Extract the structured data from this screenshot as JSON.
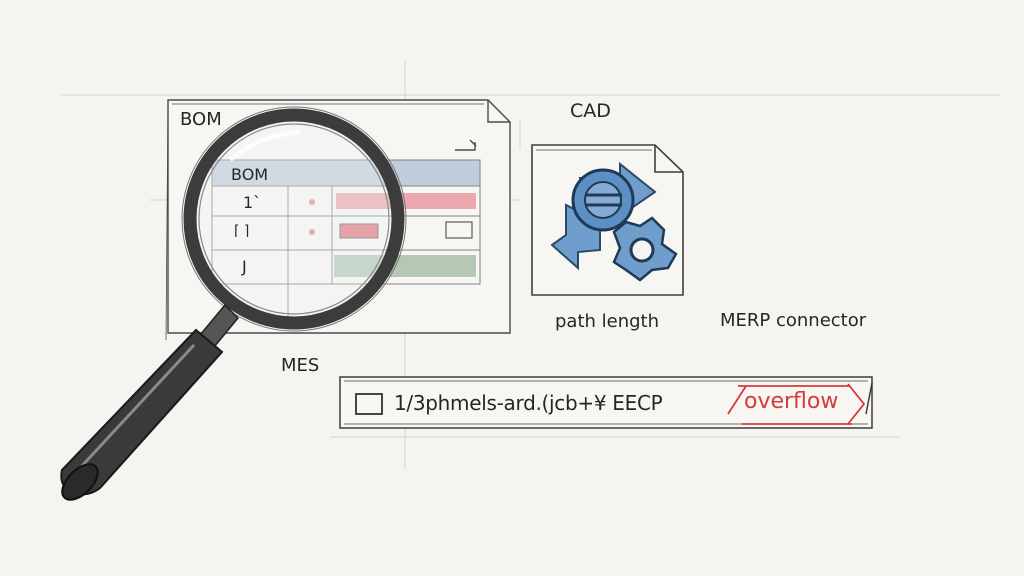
{
  "sketch": {
    "bom_doc": {
      "title": "BOM",
      "table_header": "BOM",
      "rows": [
        "1`",
        "⌈ ⌉",
        "J"
      ]
    },
    "cad_doc": {
      "title": "CAD",
      "caption": "path length",
      "icon": "gears-and-arrows-icon"
    },
    "merp_label": "MERP connector",
    "mes_label": "MES",
    "path_bar": {
      "path_text": "1/3phmels-ard.(jcb+¥ EECP",
      "overflow_label": "overflow",
      "overflow_color": "#d43a3a"
    },
    "magnifier": {
      "icon": "magnifying-glass-icon"
    }
  }
}
